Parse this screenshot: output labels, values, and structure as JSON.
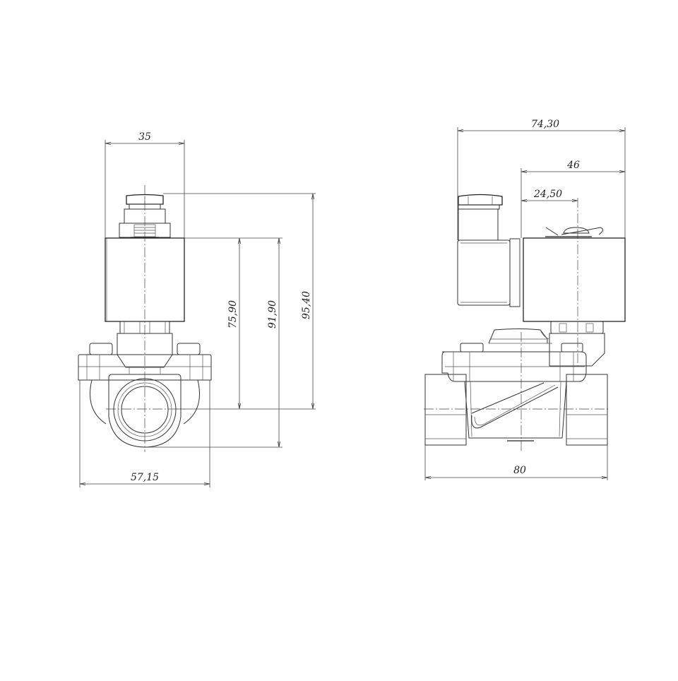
{
  "drawing": {
    "title": "Solenoid valve dimension drawing",
    "views": [
      {
        "name": "front-view",
        "dimensions": {
          "coil_width": "35",
          "height_to_pipe_axis": "75,90",
          "total_height_to_bottom": "91,90",
          "height_to_top_nut": "95,40",
          "body_width": "57,15"
        }
      },
      {
        "name": "side-view",
        "dimensions": {
          "overall_width": "74,30",
          "coil_width": "46",
          "coil_to_axis": "24,50",
          "body_length": "80"
        }
      }
    ],
    "line_color": "#333333",
    "background": "#ffffff"
  }
}
